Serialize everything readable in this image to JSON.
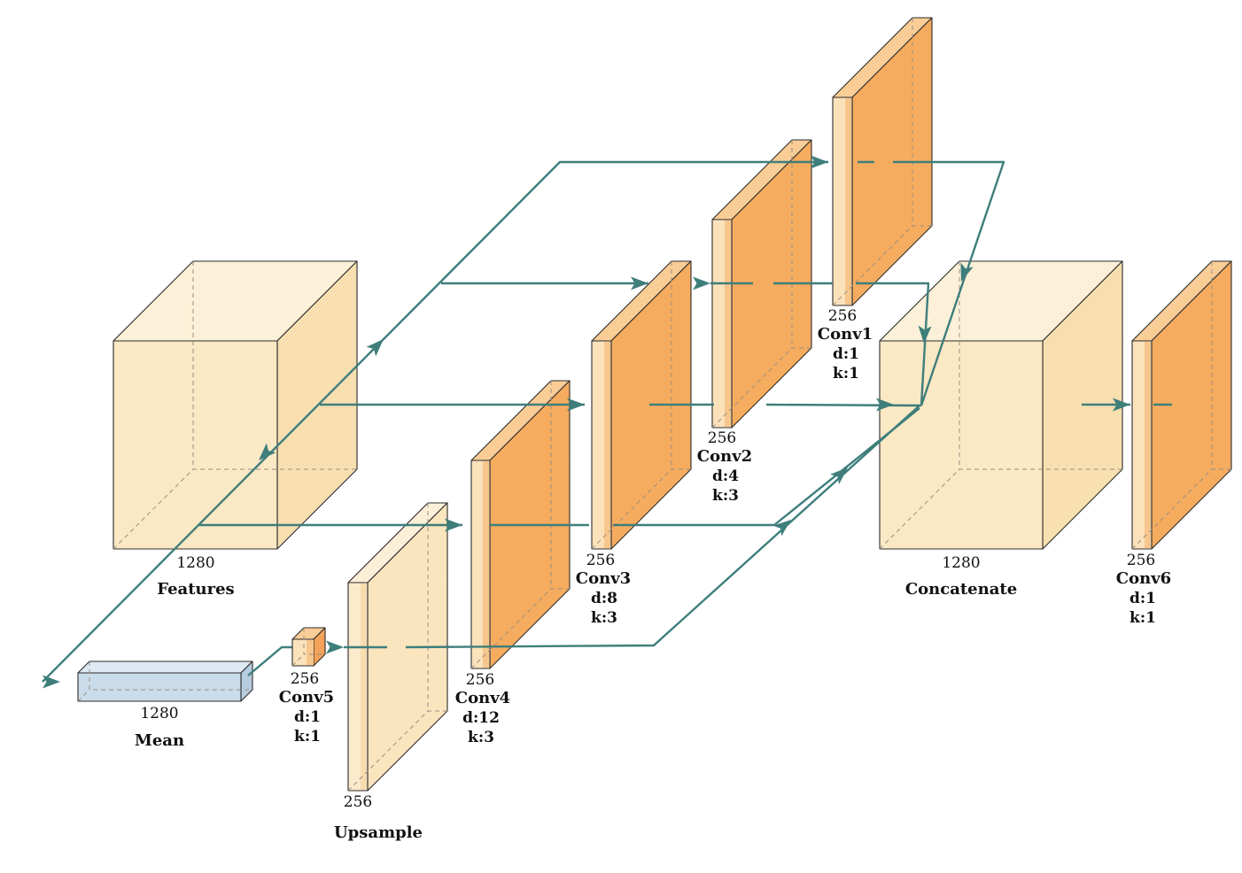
{
  "nodes": {
    "features": {
      "size": "1280",
      "label": "Features"
    },
    "mean": {
      "size": "1280",
      "label": "Mean"
    },
    "conv5": {
      "size": "256",
      "label": "Conv5",
      "dilation": "d:1",
      "kernel": "k:1"
    },
    "upsample": {
      "size": "256",
      "label": "Upsample"
    },
    "conv4": {
      "size": "256",
      "label": "Conv4",
      "dilation": "d:12",
      "kernel": "k:3"
    },
    "conv3": {
      "size": "256",
      "label": "Conv3",
      "dilation": "d:8",
      "kernel": "k:3"
    },
    "conv2": {
      "size": "256",
      "label": "Conv2",
      "dilation": "d:4",
      "kernel": "k:3"
    },
    "conv1": {
      "size": "256",
      "label": "Conv1",
      "dilation": "d:1",
      "kernel": "k:1"
    },
    "concatenate": {
      "size": "1280",
      "label": "Concatenate"
    },
    "conv6": {
      "size": "256",
      "label": "Conv6",
      "dilation": "d:1",
      "kernel": "k:1"
    }
  },
  "colors": {
    "teal": "#3E7E7B",
    "ink": "#2b2b2b",
    "dash": "#979083",
    "text": "#111111",
    "cream_top": "#FCF0D8",
    "cream_front": "#FBE8C5",
    "cream_side": "#F8DFB0",
    "slab_cream_front": "#FBEACB",
    "slab_cream_strip": "#F8DCB0",
    "slab_cream_big": "#FAE5BE",
    "slab_cream_top": "#FCEFD8",
    "orange_big": "#F6AC5F",
    "orange_front": "#FCE2BB",
    "orange_strip": "#F7C68C",
    "orange_top": "#FACD97",
    "cube_side": "#F2A259",
    "blue_front": "#CBDCEA",
    "blue_top": "#DFE9F4",
    "blue_side": "#B7CCE1"
  }
}
